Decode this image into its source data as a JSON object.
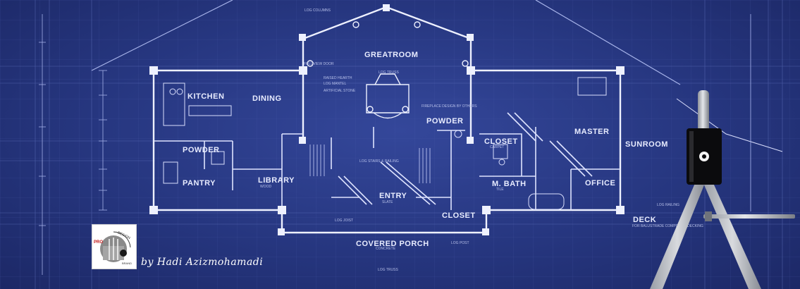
{
  "rooms": {
    "greatroom": "GREATROOM",
    "kitchen": "KITCHEN",
    "dining": "DINING",
    "powder_left": "POWDER",
    "pantry": "PANTRY",
    "library": "LIBRARY",
    "entry": "ENTRY",
    "powder_center": "POWDER",
    "closet_upper": "CLOSET",
    "closet_lower": "CLOSET",
    "master": "MASTER",
    "sunroom": "SUNROOM",
    "m_bath": "M. BATH",
    "office": "OFFICE",
    "deck": "DECK",
    "covered_porch": "COVERED PORCH"
  },
  "notes": {
    "log_columns": "LOG COLUMNS",
    "log_truss": "LOG TRUSS",
    "full_view_door": "FULL VIEW DOOR",
    "raised_hearth": "RAISED HEARTH",
    "log_mantel": "LOG MANTEL",
    "artificial_stone": "ARTIFICIAL STONE",
    "fireplace_design": "FIREPLACE DESIGN BY OTHERS",
    "log_stairs": "LOG STAIRS & RAILING",
    "log_railing": "LOG RAILING",
    "log_post": "LOG POST",
    "deck_note": "FOR BALUSTRADE COMPOSITE DECKING",
    "log_truss_bottom": "LOG TRUSS",
    "concrete": "CONCRETE",
    "log_joist": "LOG JOIST",
    "carpet": "CARPET",
    "tile": "TILE",
    "wood": "WOOD",
    "slate": "SLATE"
  },
  "logo": {
    "text_top": "PRO",
    "text_arc": "DESIGN",
    "text_small": "BRAND"
  },
  "byline": "by Hadi Azizmohamadi"
}
